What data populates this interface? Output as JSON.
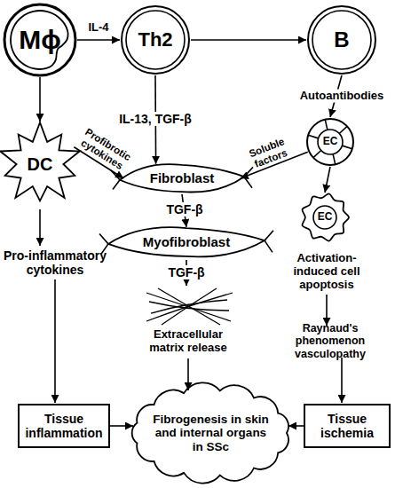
{
  "diagram": {
    "nodes": [
      {
        "text": [
          "Mϕ"
        ]
      },
      {
        "text": [
          "Th2"
        ]
      },
      {
        "text": [
          "B"
        ]
      },
      {
        "text": [
          "DC"
        ]
      },
      {
        "text": [
          "EC"
        ]
      },
      {
        "text": [
          "Fibroblast"
        ]
      },
      {
        "text": [
          "Myofibroblast"
        ]
      },
      {
        "text": [
          "EC"
        ]
      },
      {
        "text": [
          "Tissue inflammation"
        ]
      },
      {
        "text": [
          "Fibrogenesis in skin and internal organs in SSc"
        ]
      },
      {
        "text": [
          "Tissue ischemia"
        ]
      }
    ],
    "edges": [
      {
        "from": 0,
        "to": 1,
        "label": "IL-4",
        "arrow": "to"
      },
      {
        "from": 1,
        "to": 2,
        "arrow": "to"
      },
      {
        "from": 0,
        "to": 3,
        "arrow": "to"
      },
      {
        "from": 1,
        "to": 5,
        "label": "IL-13, TGF-β",
        "arrow": "to"
      },
      {
        "from": 2,
        "to": 4,
        "label": "Autoantibodies",
        "arrow": "to"
      },
      {
        "from": 3,
        "to": 5,
        "label": "Profibrotic cytokines",
        "arrow": "to"
      },
      {
        "from": 4,
        "to": 5,
        "label": "Soluble factors",
        "arrow": "to"
      },
      {
        "from": 4,
        "to": 7,
        "arrow": "to"
      },
      {
        "from": 5,
        "to": 6,
        "label": "TGF-β",
        "arrow": "to"
      },
      {
        "from": 8,
        "to": 9,
        "arrow": "to"
      },
      {
        "from": 10,
        "to": 9,
        "arrow": "to"
      }
    ],
    "labels": [
      "Pro-inflammatory cytokines",
      "TGF-β",
      "Extracellular matrix release",
      "Activation-induced cell apoptosis",
      "Raynaud's phenomenon vasculopathy"
    ]
  }
}
